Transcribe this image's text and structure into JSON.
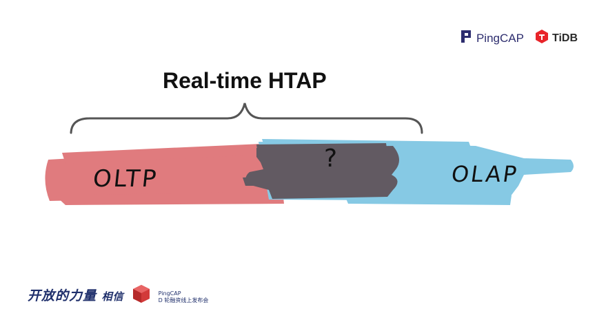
{
  "header": {
    "logos": [
      {
        "name": "PingCAP",
        "icon": "pingcap-logo-icon"
      },
      {
        "name": "TiDB",
        "icon": "tidb-logo-icon"
      }
    ]
  },
  "slide": {
    "title": "Real-time HTAP",
    "labels": {
      "oltp": "OLTP",
      "olap": "OLAP",
      "overlap": "?"
    }
  },
  "footer": {
    "slogan": "开放的力量",
    "slogan_emphasis": "相信",
    "org": "PingCAP",
    "event": "D 轮融资线上发布会"
  },
  "colors": {
    "oltp_band": "#e07b7e",
    "olap_band": "#86c9e4",
    "overlap": "#625a62",
    "brace": "#555555",
    "brand": "#2d2d6e",
    "tidb_red": "#e8242a"
  }
}
